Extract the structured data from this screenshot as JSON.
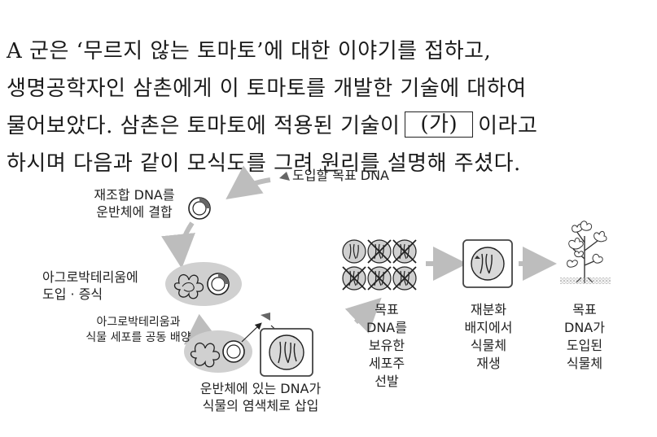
{
  "passage": {
    "line1": "A 군은 ‘무르지 않는 토마토’에 대한 이야기를 접하고,",
    "line2": "생명공학자인 삼촌에게 이 토마토를 개발한 기술에 대하여",
    "line3_before": "물어보았다. 삼촌은 토마토에 적용된 기술이",
    "blank": "(가)",
    "line3_after": "이라고",
    "line4": "하시며 다음과 같이 모식도를 그려 원리를 설명해 주셨다."
  },
  "diagram": {
    "target_dna": "도입할 목표 DNA",
    "recombinant": [
      "재조합 DNA를",
      "운반체에 결합"
    ],
    "agro_intro": [
      "아그로박테리움에",
      "도입 · 증식"
    ],
    "cocultivation": [
      "아그로박테리움과",
      "식물 세포를 공동 배양"
    ],
    "insertion": [
      "운반체에 있는 DNA가",
      "식물의 염색체로 삽입"
    ],
    "selection": [
      "목표",
      "DNA를",
      "보유한",
      "세포주",
      "선발"
    ],
    "regeneration": [
      "재분화",
      "배지에서",
      "식물체",
      "재생"
    ],
    "final_plant": [
      "목표",
      "DNA가",
      "도입된",
      "식물체"
    ]
  }
}
